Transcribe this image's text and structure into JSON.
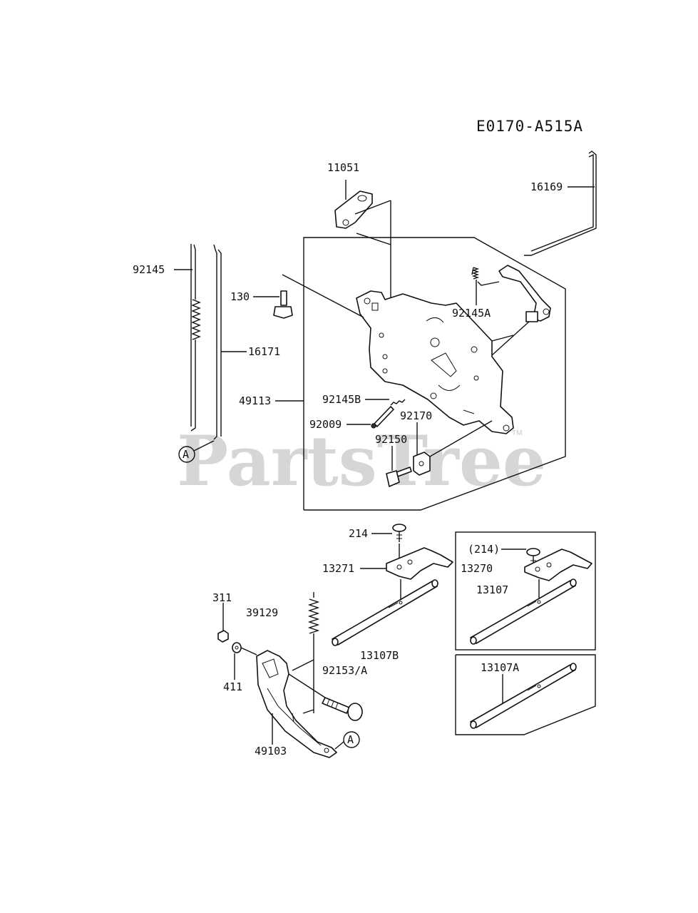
{
  "diagram_code": "E0170-A515A",
  "watermark": {
    "text": "PartsTree",
    "trademark": "TM"
  },
  "ref_marker": "A",
  "parts": {
    "p11051": "11051",
    "p16169": "16169",
    "p92145": "92145",
    "p130": "130",
    "p16171": "16171",
    "p92145A": "92145A",
    "p49113": "49113",
    "p92145B": "92145B",
    "p92009": "92009",
    "p92170": "92170",
    "p92150": "92150",
    "p214": "214",
    "p13271": "13271",
    "p214_paren": "(214)",
    "p13270": "13270",
    "p13107": "13107",
    "p311": "311",
    "p39129": "39129",
    "p13107B": "13107B",
    "p411": "411",
    "p92153A": "92153/A",
    "p13107A": "13107A",
    "p49103": "49103"
  }
}
